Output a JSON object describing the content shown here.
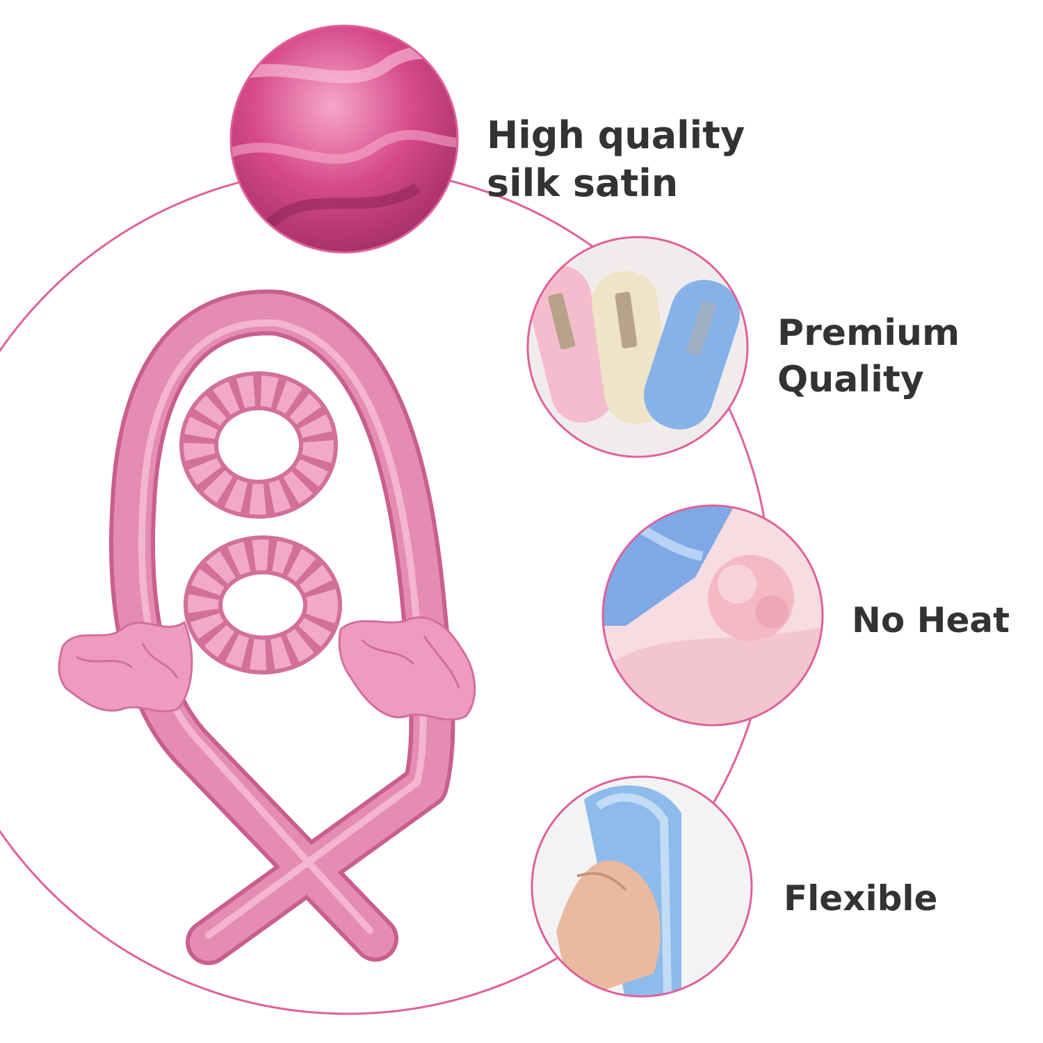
{
  "accent_color": "#e0609a",
  "text_color": "#333333",
  "product_image": {
    "icon": "pink-satin-heatless-curling-rod-with-scrunchies-icon"
  },
  "features": [
    {
      "lines": [
        "High quality",
        "silk satin"
      ],
      "icon": "pink-satin-fabric-icon"
    },
    {
      "lines": [
        "Premium",
        "Quality"
      ],
      "icon": "colored-satin-rods-with-clips-icon"
    },
    {
      "lines": [
        "No Heat"
      ],
      "icon": "satin-scrunchie-closeup-icon"
    },
    {
      "lines": [
        "Flexible"
      ],
      "icon": "hand-bending-blue-rod-icon"
    }
  ]
}
